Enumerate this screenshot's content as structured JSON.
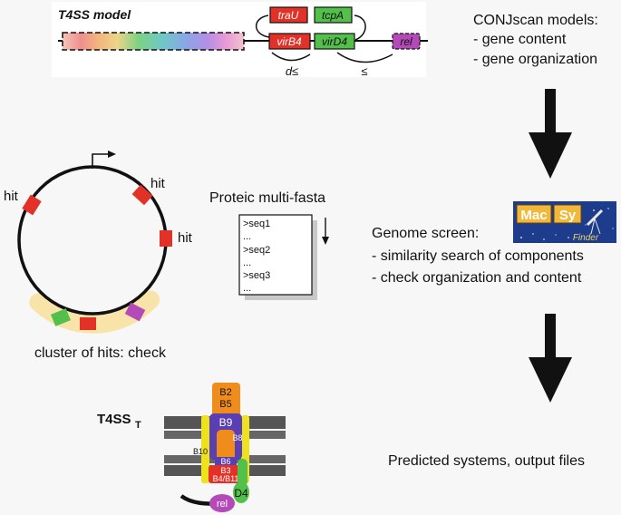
{
  "model_panel": {
    "title": "T4SS model",
    "genes": {
      "traU": "traU",
      "tcpA": "tcpA",
      "virB4": "virB4",
      "virD4": "virD4",
      "rel": "rel"
    },
    "distance_1": "d≤",
    "distance_2": "≤"
  },
  "conjscan": {
    "title": "CONJscan models:",
    "items": [
      "- gene content",
      "- gene organization"
    ]
  },
  "circle_panel": {
    "hit_labels": [
      "hit",
      "hit",
      "hit"
    ],
    "caption": "cluster of hits: check"
  },
  "fasta": {
    "title": "Proteic multi-fasta",
    "lines": [
      ">seq1",
      "...",
      ">seq2",
      "...",
      ">seq3",
      "..."
    ]
  },
  "genome_screen": {
    "title": "Genome screen:",
    "items": [
      "- similarity search of components",
      "- check organization and content"
    ]
  },
  "logo": {
    "mac": "Mac",
    "sy": "Sy",
    "finder": "Finder"
  },
  "t4ss": {
    "label_main": "T4SS",
    "label_sub": "T",
    "components": {
      "b2": "B2",
      "b5": "B5",
      "b9": "B9",
      "b10": "B10",
      "b8": "B8",
      "b6": "B6",
      "b3": "B3",
      "b4b11": "B4/B11",
      "d4": "D4",
      "rel": "rel"
    }
  },
  "output": {
    "text": "Predicted systems, output files"
  },
  "colors": {
    "red": "#e23227",
    "green": "#52c04a",
    "purple": "#b44ab8",
    "orange": "#f08c1c",
    "blue_purple": "#5a3fb2",
    "yellow": "#eee21e",
    "halo": "#f8e4a8"
  }
}
